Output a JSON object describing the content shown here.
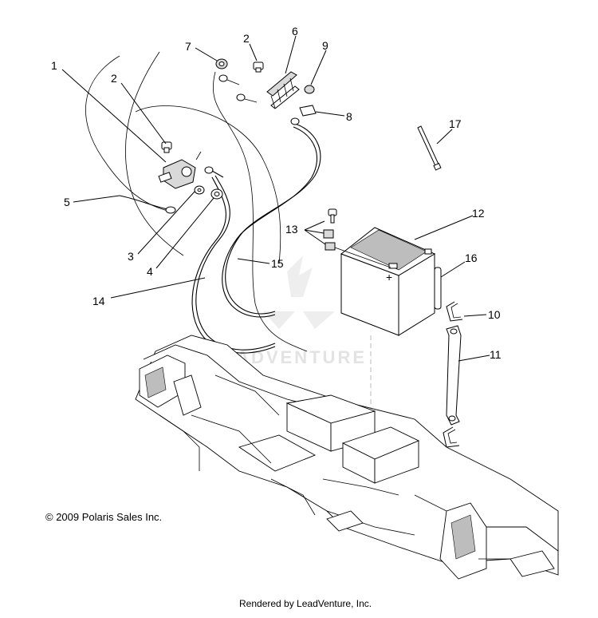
{
  "copyright": "© 2009 Polaris Sales Inc.",
  "rendered_by": "Rendered by LeadVenture, Inc.",
  "watermark": "LEADVENTURE",
  "callouts": [
    "1",
    "2",
    "2",
    "3",
    "4",
    "5",
    "6",
    "7",
    "8",
    "9",
    "10",
    "11",
    "12",
    "13",
    "14",
    "15",
    "16",
    "17"
  ]
}
